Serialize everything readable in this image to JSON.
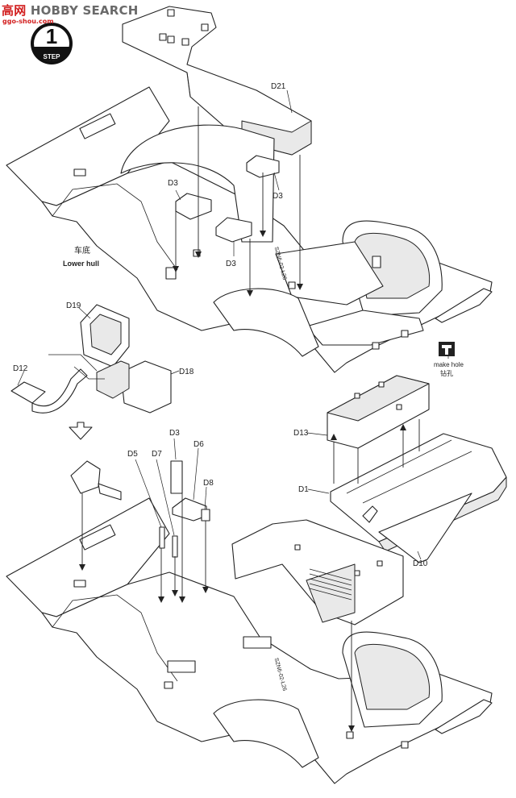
{
  "watermark": {
    "site_main": "HOBBY SEARCH",
    "site_prefix": "高",
    "site_zh": "网",
    "url": "ggo-shou.com"
  },
  "step": {
    "word": "STEP",
    "number": "1"
  },
  "labels": {
    "d21": "D21",
    "d3_a": "D3",
    "d3_b": "D3",
    "d3_c": "D3",
    "d3_d": "D3",
    "d19": "D19",
    "d12": "D12",
    "d18": "D18",
    "d13": "D13",
    "d1": "D1",
    "d10": "D10",
    "d5": "D5",
    "d7": "D7",
    "d6": "D6",
    "d8": "D8",
    "lower_hull_zh": "车底",
    "lower_hull_en": "Lower hull",
    "make_hole_en": "make hole",
    "make_hole_zh": "钻孔"
  }
}
